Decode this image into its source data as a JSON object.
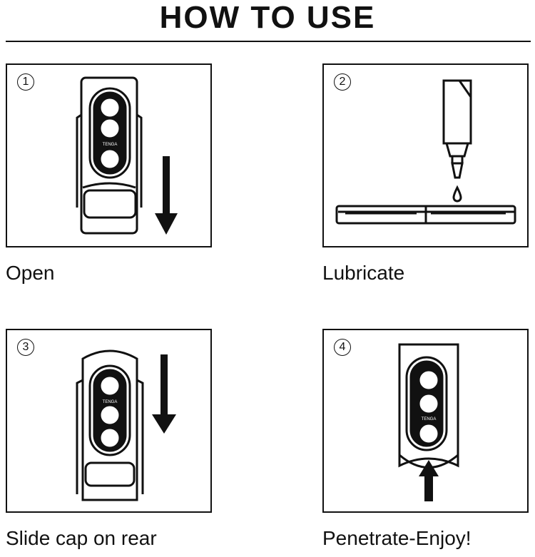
{
  "title": "HOW TO USE",
  "steps": [
    {
      "number": "1",
      "caption": "Open",
      "icon": "device-open-illustration"
    },
    {
      "number": "2",
      "caption": "Lubricate",
      "icon": "lubricant-bottle-illustration"
    },
    {
      "number": "3",
      "caption": "Slide cap on rear",
      "icon": "slide-cap-illustration"
    },
    {
      "number": "4",
      "caption": "Penetrate-Enjoy!",
      "icon": "insert-illustration"
    }
  ],
  "brand_mark": "TENGA",
  "colors": {
    "ink": "#111111",
    "background": "#ffffff"
  }
}
